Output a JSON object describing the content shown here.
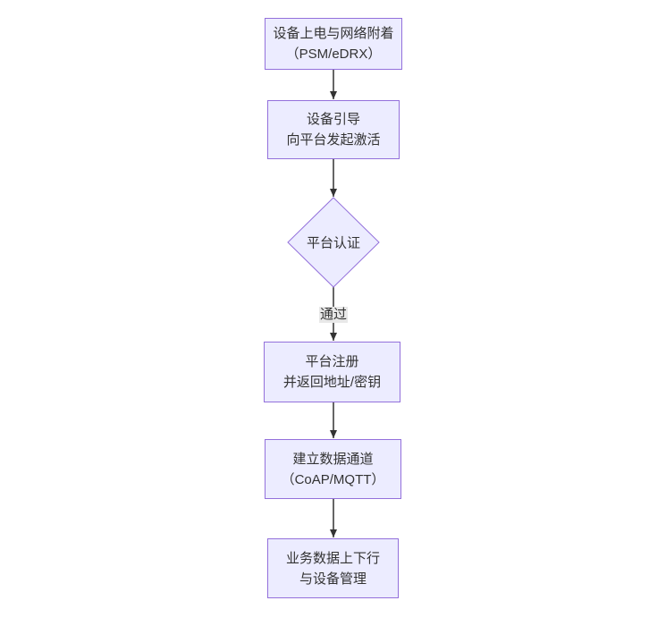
{
  "diagram": {
    "type": "flowchart",
    "direction": "top-down",
    "colors": {
      "background": "#ffffff",
      "node_fill": "#ECECFF",
      "node_border": "#9370DB",
      "node_text": "#333333",
      "edge_stroke": "#333333",
      "edge_label_bg": "#e8e8e8",
      "edge_label_text": "#333333"
    },
    "nodes": [
      {
        "id": "power-on-attach",
        "shape": "rect",
        "lines": [
          "设备上电与网络附着",
          "（PSM/eDRX）"
        ]
      },
      {
        "id": "device-bootstrap",
        "shape": "rect",
        "lines": [
          "设备引导",
          "向平台发起激活"
        ]
      },
      {
        "id": "platform-auth",
        "shape": "diamond",
        "lines": [
          "平台认证"
        ]
      },
      {
        "id": "platform-register",
        "shape": "rect",
        "lines": [
          "平台注册",
          "并返回地址/密钥"
        ]
      },
      {
        "id": "data-channel",
        "shape": "rect",
        "lines": [
          "建立数据通道",
          "（CoAP/MQTT）"
        ]
      },
      {
        "id": "business-data",
        "shape": "rect",
        "lines": [
          "业务数据上下行",
          "与设备管理"
        ]
      }
    ],
    "edges": [
      {
        "from": "power-on-attach",
        "to": "device-bootstrap"
      },
      {
        "from": "device-bootstrap",
        "to": "platform-auth"
      },
      {
        "from": "platform-auth",
        "to": "platform-register",
        "label": "通过"
      },
      {
        "from": "platform-register",
        "to": "data-channel"
      },
      {
        "from": "data-channel",
        "to": "business-data"
      }
    ]
  }
}
